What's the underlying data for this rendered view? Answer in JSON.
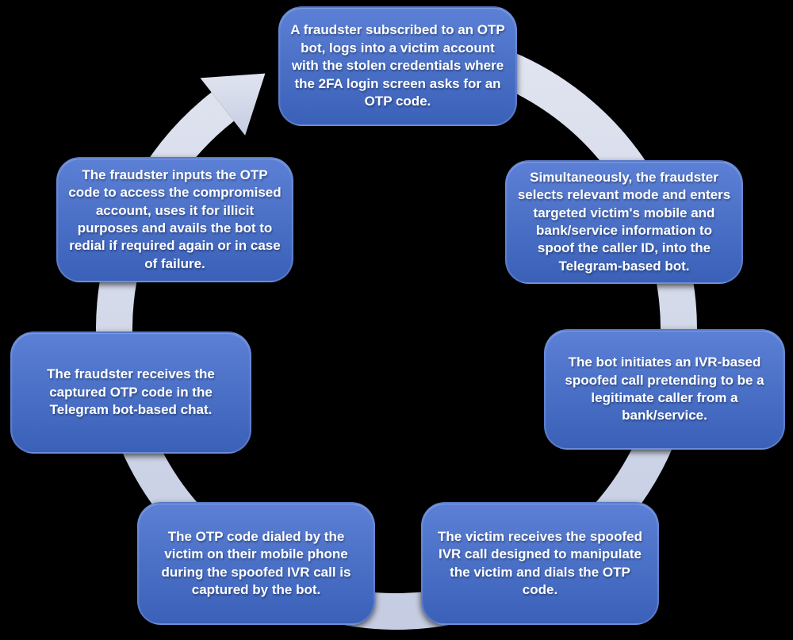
{
  "colors": {
    "background": "#000000",
    "box_top": "#5b80d5",
    "box_bottom": "#3a60b8",
    "ring_light": "#e0e4f0",
    "ring_dark": "#c6cde3",
    "text": "#ffffff"
  },
  "diagram": {
    "type": "cycle",
    "direction": "clockwise",
    "steps": [
      {
        "position": "top",
        "text": "A fraudster subscribed to an OTP bot, logs into a victim account with the stolen credentials where the 2FA login screen asks for an OTP code."
      },
      {
        "position": "upper-right",
        "text": "Simultaneously, the fraudster selects relevant mode and enters targeted victim's mobile and bank/service information to spoof the caller ID, into the Telegram-based bot."
      },
      {
        "position": "lower-right",
        "text": "The bot initiates an IVR-based spoofed call pretending to be a legitimate caller from a bank/service."
      },
      {
        "position": "bottom-right",
        "text": "The victim receives the spoofed IVR call designed to manipulate the victim and dials the OTP code."
      },
      {
        "position": "bottom-left",
        "text": "The OTP code dialed by the victim on their mobile phone during the spoofed IVR call is captured by the bot."
      },
      {
        "position": "middle-left",
        "text": "The fraudster receives the captured OTP code in the Telegram bot-based chat."
      },
      {
        "position": "upper-left",
        "text": "The fraudster inputs the OTP code to access the compromised account, uses it for illicit purposes and avails the bot to redial if required again or in case of failure."
      }
    ]
  }
}
